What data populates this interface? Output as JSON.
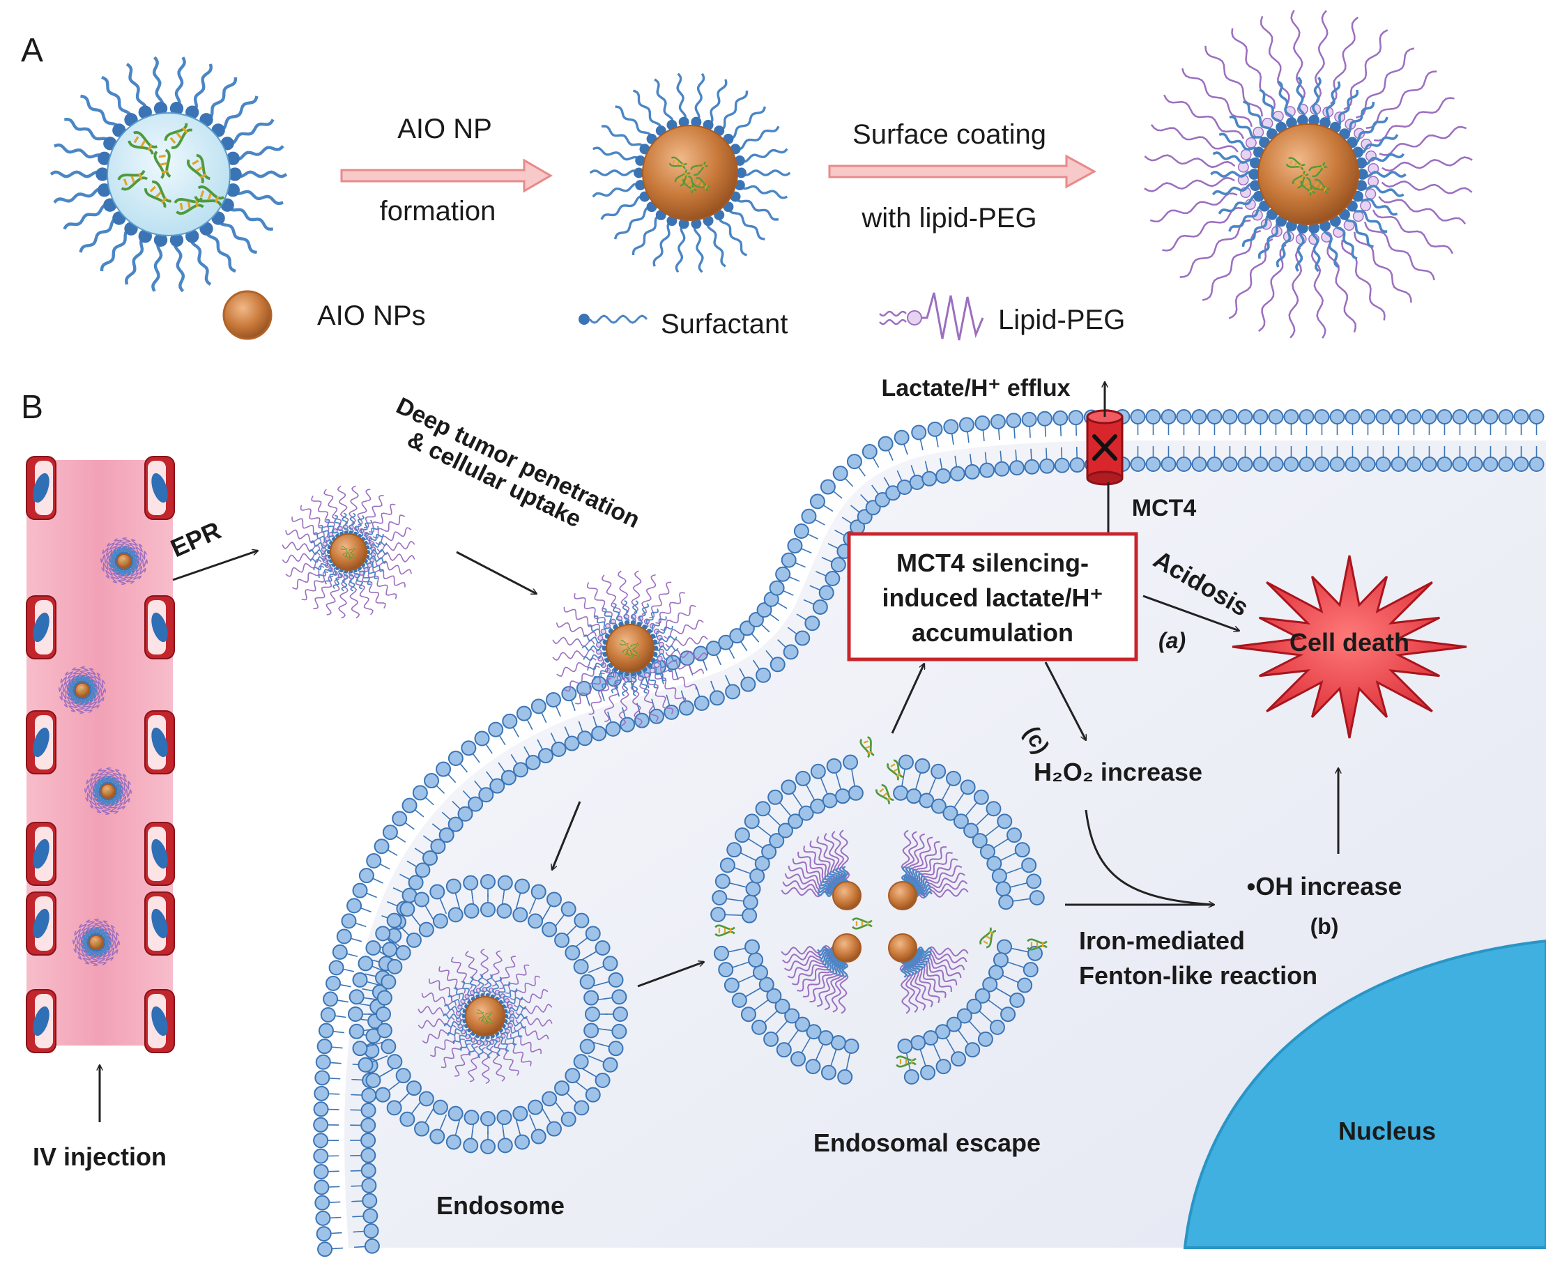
{
  "panel_a": {
    "label": "A",
    "step1_line1": "AIO NP",
    "step1_line2": "formation",
    "step2_line1": "Surface coating",
    "step2_line2": "with lipid-PEG",
    "legend_nps": "AIO NPs",
    "legend_surfactant": "Surfactant",
    "legend_lipid_peg": "Lipid-PEG"
  },
  "panel_b": {
    "label": "B",
    "epr": "EPR",
    "penetration_line1": "Deep tumor penetration",
    "penetration_line2": "& cellular uptake",
    "iv_injection": "IV injection",
    "endosome": "Endosome",
    "endosomal_escape": "Endosomal escape",
    "nucleus": "Nucleus",
    "efflux": "Lactate/H⁺ efflux",
    "mct4": "MCT4",
    "box_line1": "MCT4 silencing-",
    "box_line2": "induced lactate/H⁺",
    "box_line3": "accumulation",
    "acidosis": "Acidosis",
    "label_a": "(a)",
    "cell_death": "Cell death",
    "label_c": "(c)",
    "h2o2": "H₂O₂ increase",
    "oh": "•OH increase",
    "label_b": "(b)",
    "fenton_line1": "Iron-mediated",
    "fenton_line2": "Fenton-like reaction"
  },
  "colors": {
    "lipid_blue": "#4a86c5",
    "core_orange": "#c97a3b",
    "peg_purple": "#9b6fc0",
    "vessel_pink": "#f3a0b4",
    "nucleus_blue": "#3fb0e0",
    "cell_death_red": "#e3242b",
    "arrow_pink": "#f7c9c9"
  }
}
